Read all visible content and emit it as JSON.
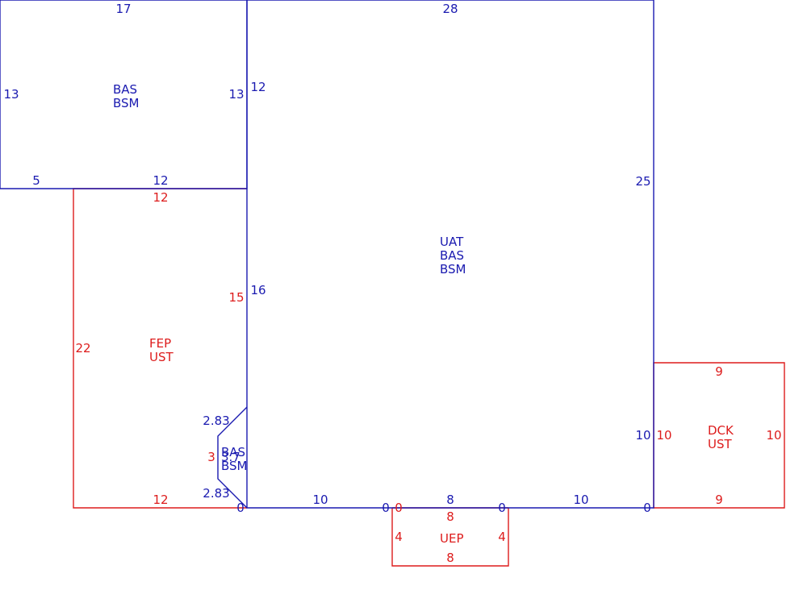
{
  "colors": {
    "blue": "#1a1ab0",
    "red": "#dd1c1c"
  },
  "areas": {
    "top_left": {
      "label": [
        "BAS",
        "BSM"
      ],
      "dims": {
        "top": "17",
        "left": "13",
        "right": "13",
        "bottom_left": "5",
        "bottom": "12"
      }
    },
    "main": {
      "label": [
        "UAT",
        "BAS",
        "BSM"
      ],
      "dims": {
        "top": "28",
        "left_upper": "12",
        "left_lower": "16",
        "right_upper": "25",
        "right_lower": "10",
        "bottom_left": "10",
        "bottom_right": "10",
        "bottom_mid": "8"
      }
    },
    "fep": {
      "label": [
        "FEP",
        "UST"
      ],
      "dims": {
        "top": "12",
        "left": "22",
        "right": "15",
        "bottom": "12",
        "side_small": "3"
      }
    },
    "bay": {
      "label": [
        "BAS",
        "BSM"
      ],
      "dims": {
        "upper_diag": "2.83",
        "lower_diag": "2.83",
        "side": "3.7"
      }
    },
    "dck": {
      "label": [
        "DCK",
        "UST"
      ],
      "dims": {
        "top": "9",
        "left": "10",
        "right": "10",
        "bottom": "9"
      }
    },
    "uep": {
      "label": [
        "UEP"
      ],
      "dims": {
        "top": "8",
        "left": "4",
        "right": "4",
        "bottom": "8"
      }
    }
  },
  "zeros": {
    "a": "0",
    "b": "0",
    "c": "0",
    "d": "0",
    "e": "0"
  }
}
